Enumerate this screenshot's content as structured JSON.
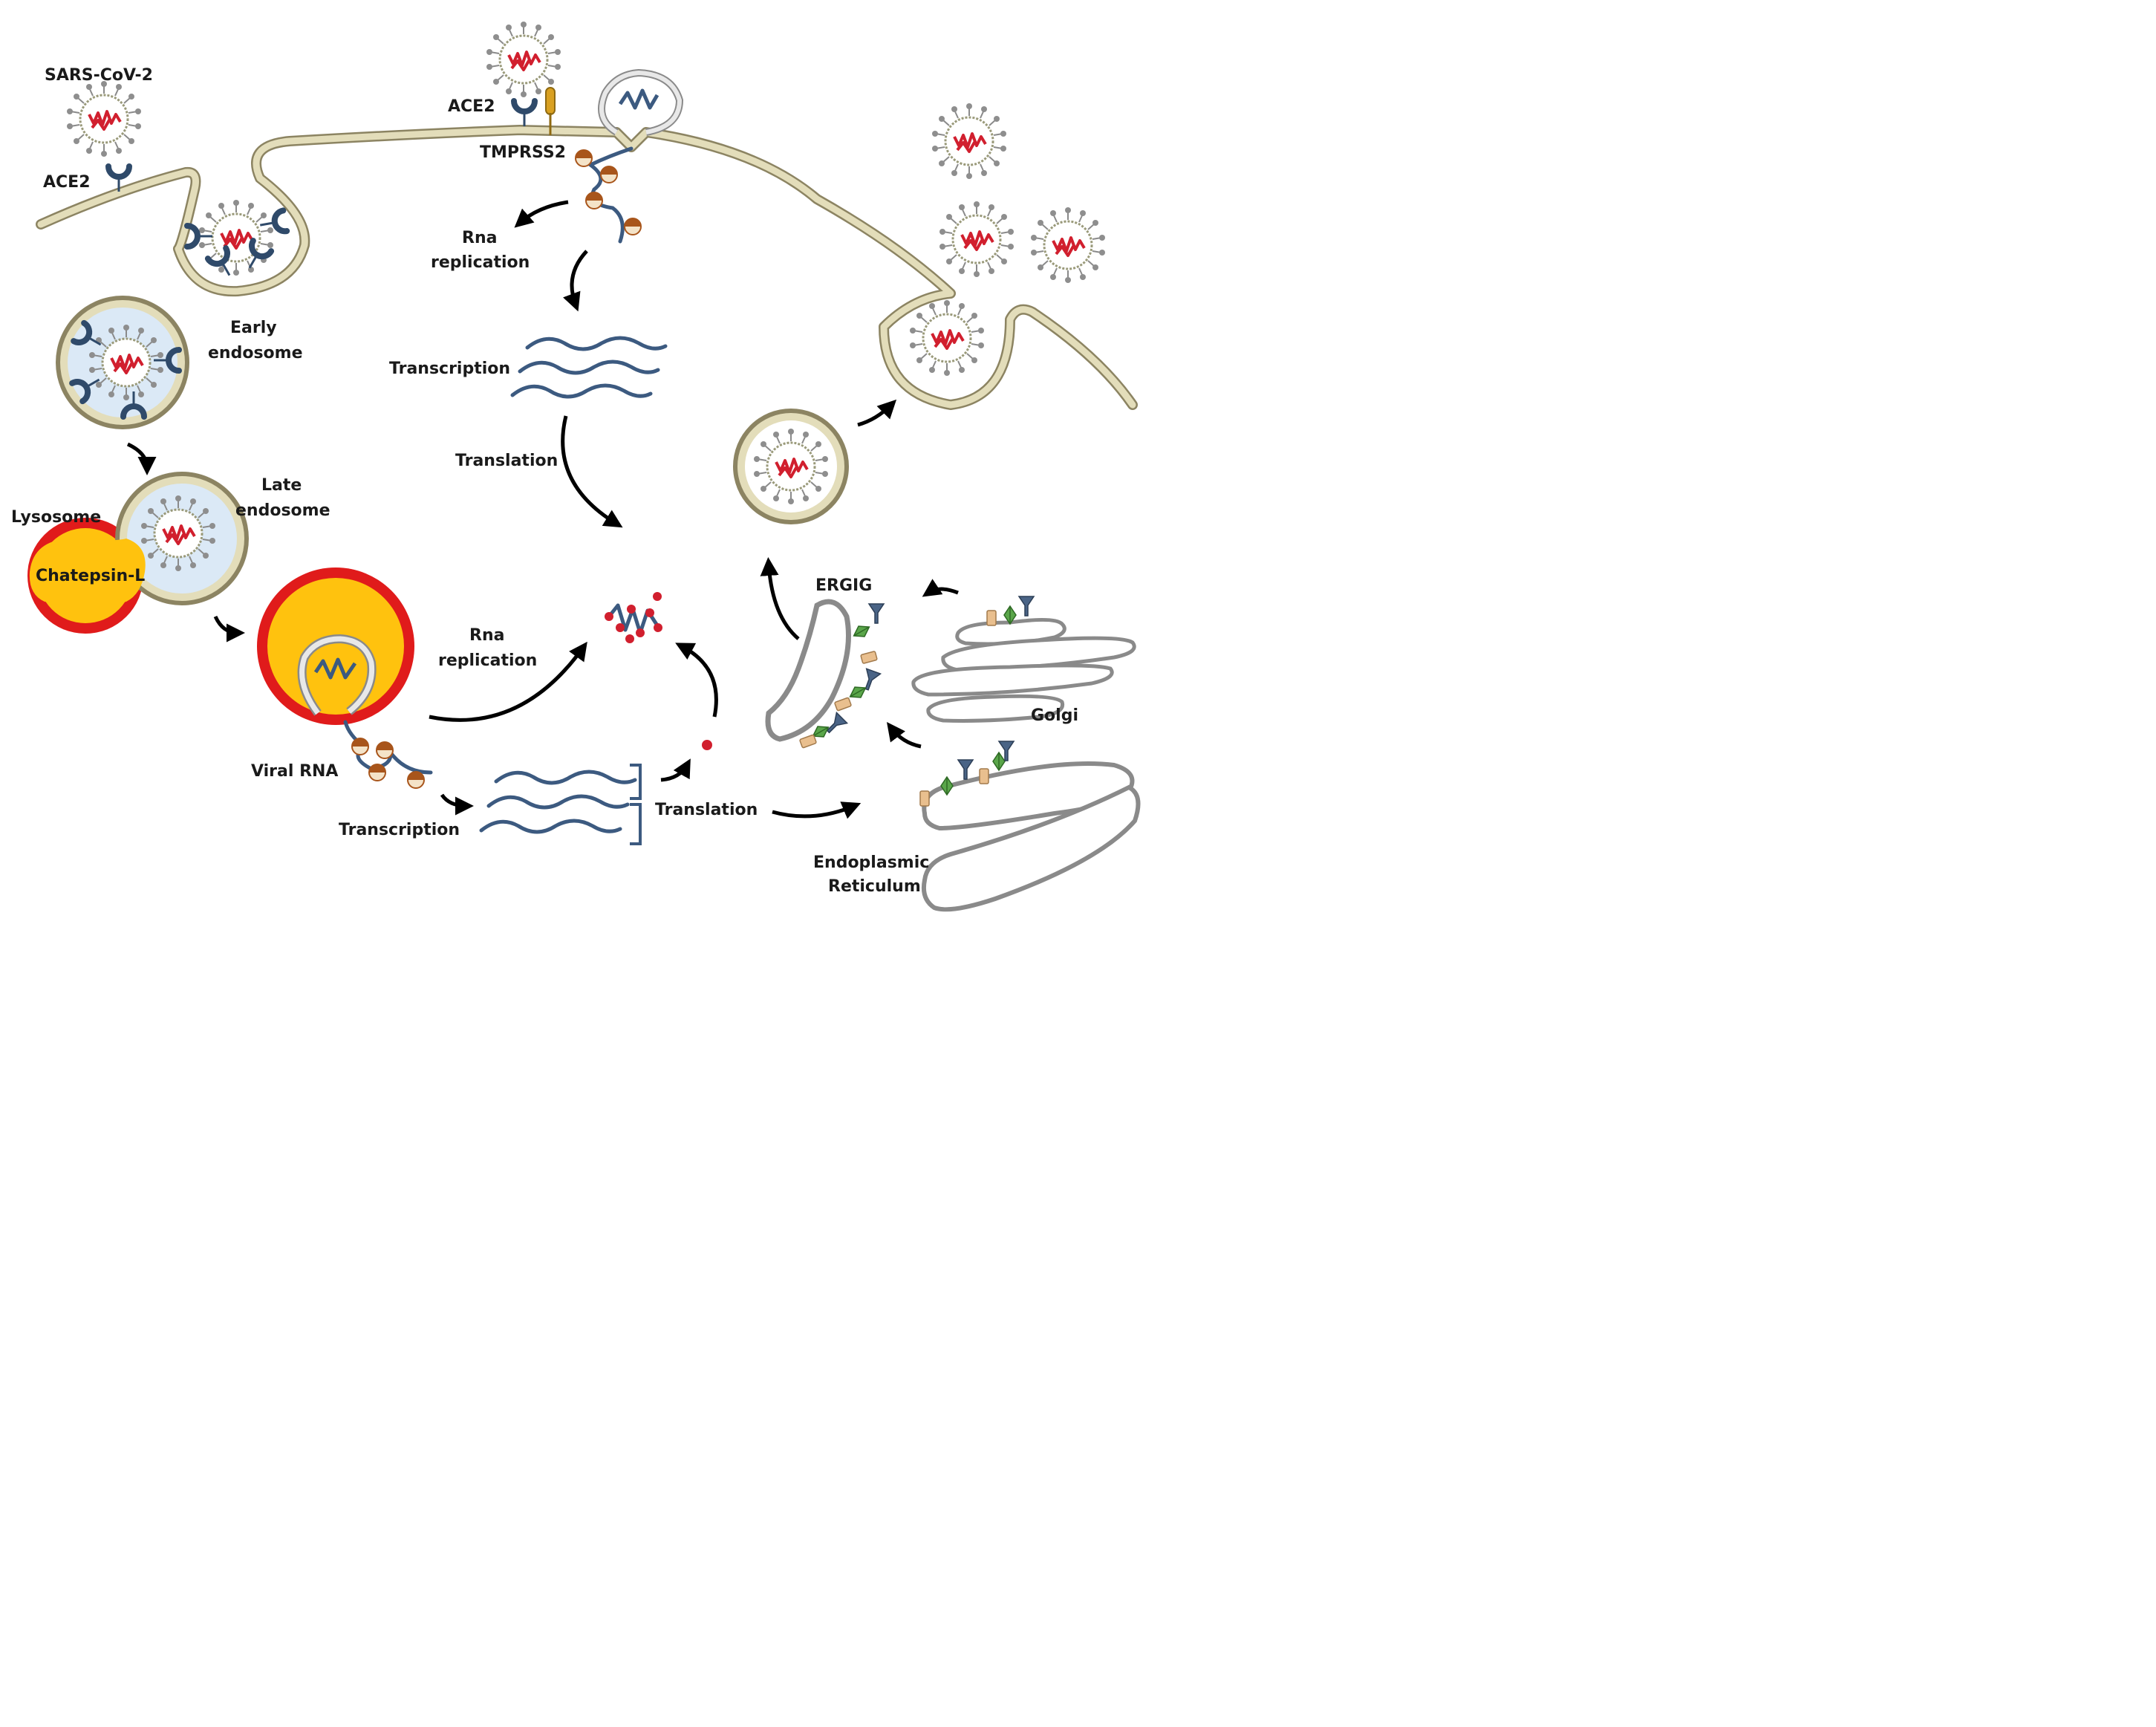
{
  "labels": {
    "sars_cov2": "SARS-CoV-2",
    "ace2_left": "ACE2",
    "ace2_top": "ACE2",
    "tmprss2": "TMPRSS2",
    "rna_rep_top_1": "Rna",
    "rna_rep_top_2": "replication",
    "transcription_top": "Transcription",
    "translation_top": "Translation",
    "early_endo_1": "Early",
    "early_endo_2": "endosome",
    "late_endo_1": "Late",
    "late_endo_2": "endosome",
    "lysosome": "Lysosome",
    "cathepsin": "Chatepsin-L",
    "rna_rep_bot_1": "Rna",
    "rna_rep_bot_2": "replication",
    "viral_rna": "Viral RNA",
    "transcription_bot": "Transcription",
    "translation_bot": "Translation",
    "ergig": "ERGIG",
    "golgi": "Golgi",
    "er_1": "Endoplasmic",
    "er_2": "Reticulum"
  },
  "icons": {
    "virus": "coronavirus-icon",
    "receptor": "ace2-receptor-icon",
    "protease": "tmprss2-protease-icon",
    "ribosome": "ribosome-icon",
    "protein": "viral-protein-icon"
  },
  "colors": {
    "membrane": "#d2cca6",
    "membrane_edge": "#8c8462",
    "endosome_fill": "#dbe9f6",
    "lysosome_outer": "#e01b1b",
    "lysosome_inner": "#ffc20e",
    "rna": "#3c5a80",
    "receptor": "#2f4a6a",
    "protease": "#d9a021",
    "ribosome": "#a8551b",
    "protein": "#d11f2e",
    "arrow": "#000000"
  }
}
